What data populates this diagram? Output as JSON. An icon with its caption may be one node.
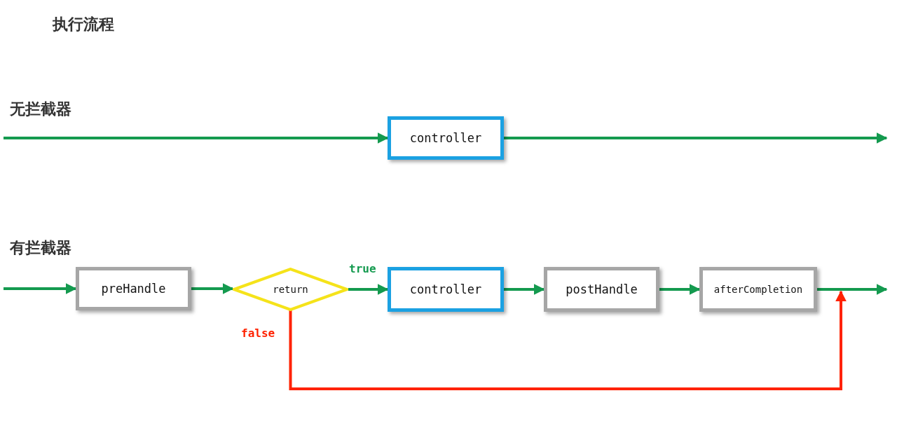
{
  "diagram": {
    "title": "执行流程",
    "nodes": [
      {
        "text": [
          "controller"
        ]
      },
      {
        "text": [
          "preHandle"
        ]
      },
      {
        "text": [
          "return"
        ]
      },
      {
        "text": [
          "controller"
        ]
      },
      {
        "text": [
          "postHandle"
        ]
      },
      {
        "text": [
          "afterCompletion"
        ]
      }
    ],
    "edges": [
      {
        "from": null,
        "to": 0,
        "arrow": "to"
      },
      {
        "from": 0,
        "to": null,
        "arrow": "to"
      },
      {
        "from": null,
        "to": 1,
        "arrow": "to"
      },
      {
        "from": 1,
        "to": 2,
        "arrow": "to"
      },
      {
        "from": 2,
        "to": 3,
        "arrow": "to",
        "label": "true"
      },
      {
        "from": 3,
        "to": 4,
        "arrow": "to"
      },
      {
        "from": 4,
        "to": 5,
        "arrow": "to"
      },
      {
        "from": 5,
        "to": null,
        "arrow": "to"
      },
      {
        "from": 2,
        "to": 5,
        "arrow": "to",
        "label": "false",
        "color": "#ff2200"
      }
    ],
    "labels": [
      "无拦截器",
      "有拦截器"
    ]
  }
}
